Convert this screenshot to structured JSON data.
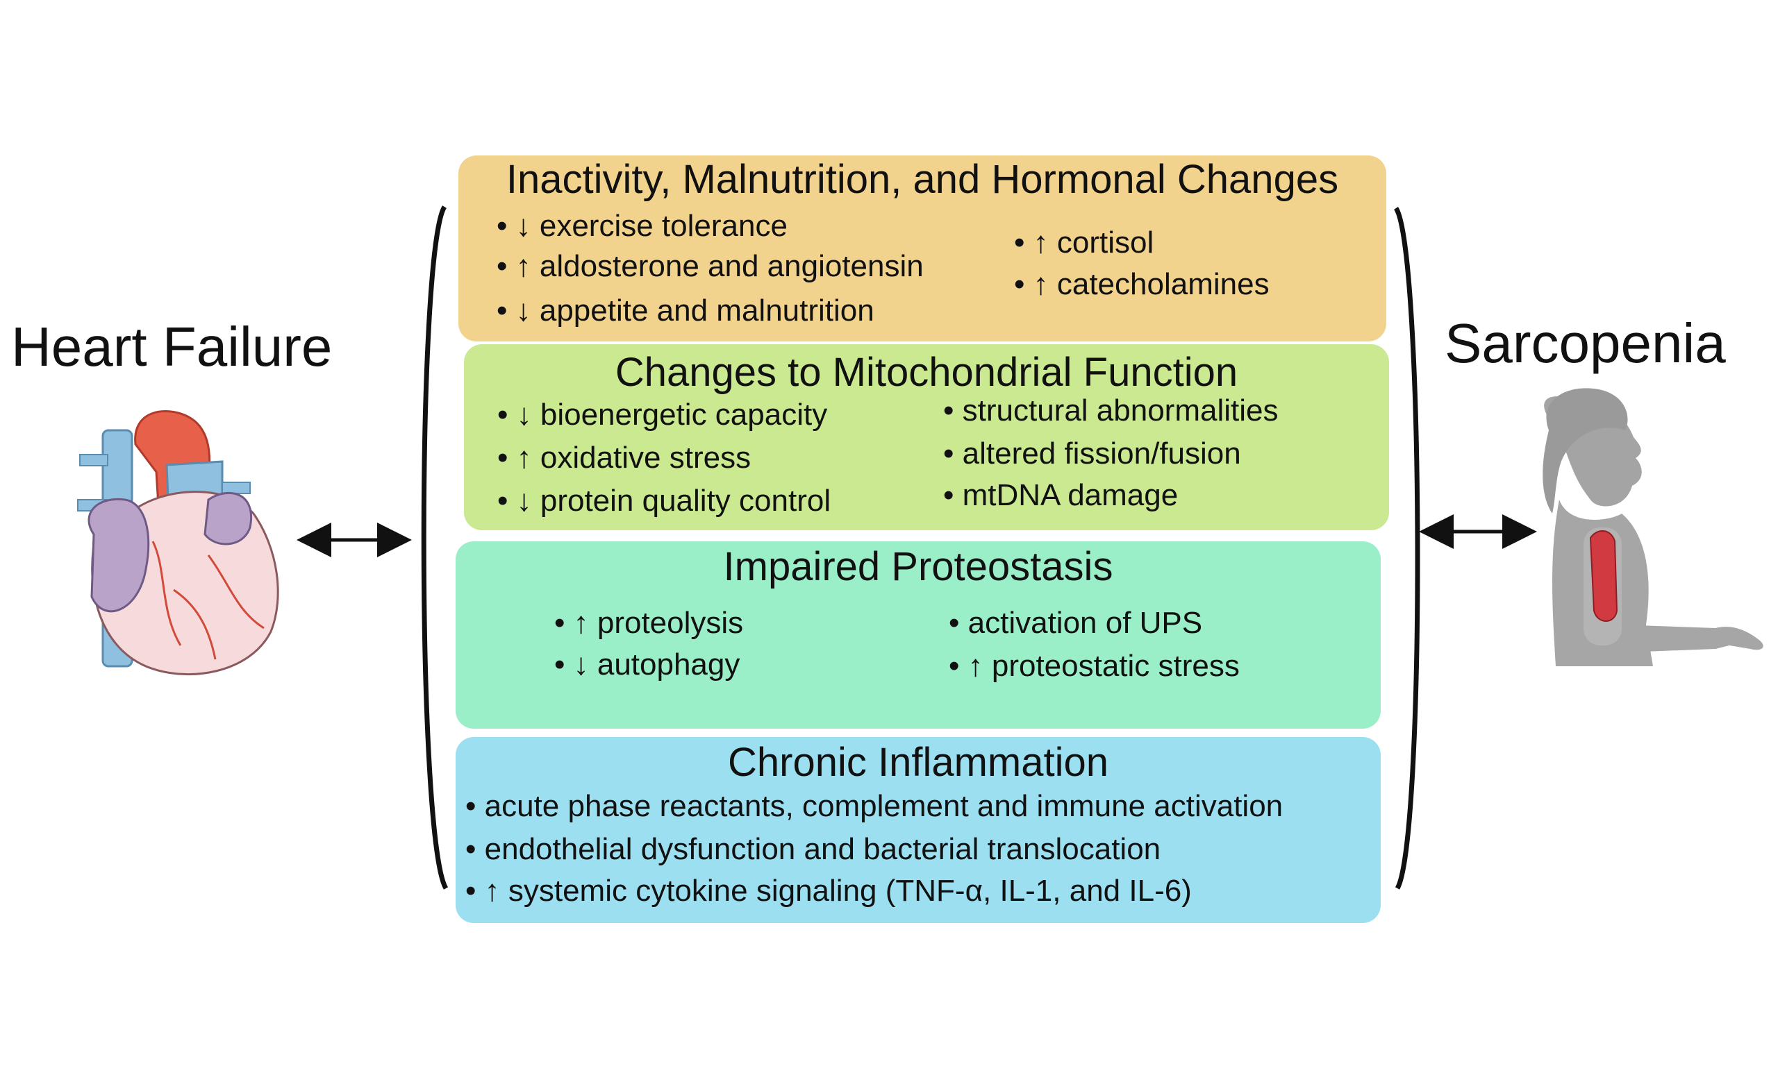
{
  "labels": {
    "heart_failure": "Heart Failure",
    "sarcopenia": "Sarcopenia"
  },
  "boxes": {
    "inactivity": {
      "title": "Inactivity, Malnutrition, and Hormonal Changes",
      "left": [
        "• ↓ exercise tolerance",
        "• ↑ aldosterone and angiotensin",
        "• ↓ appetite and malnutrition"
      ],
      "right": [
        "• ↑ cortisol",
        "• ↑ catecholamines"
      ],
      "color": "#f1d38e"
    },
    "mitochondrial": {
      "title": "Changes to Mitochondrial Function",
      "left": [
        "• ↓ bioenergetic capacity",
        "• ↑ oxidative stress",
        "• ↓ protein quality control"
      ],
      "right": [
        "• structural abnormalities",
        "• altered fission/fusion",
        "• mtDNA damage"
      ],
      "color": "#cae990"
    },
    "proteostasis": {
      "title": "Impaired Proteostasis",
      "left": [
        "• ↑ proteolysis",
        "• ↓ autophagy"
      ],
      "right": [
        "• activation of UPS",
        "• ↑ proteostatic stress"
      ],
      "color": "#9aeec8"
    },
    "inflammation": {
      "title": "Chronic Inflammation",
      "items": [
        "• acute phase reactants, complement and immune activation",
        "• endothelial dysfunction and bacterial translocation",
        "• ↑ systemic cytokine signaling (TNF-α, IL-1, and IL-6)"
      ],
      "color": "#9bdff0"
    }
  },
  "icons": {
    "heart": "heart-illustration-icon",
    "person": "person-muscle-silhouette-icon",
    "arrow_left": "double-headed-arrow-icon",
    "arrow_right": "double-headed-arrow-icon"
  }
}
